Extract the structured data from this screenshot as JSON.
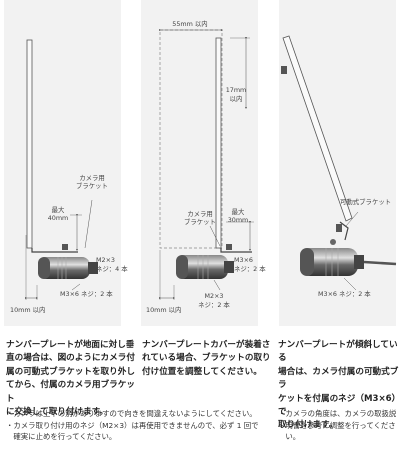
{
  "panels": [
    {
      "labels": {
        "camera_bracket": [
          "カメラ用",
          "ブラケット"
        ],
        "max_height": [
          "最大",
          "40mm"
        ],
        "screw_label": [
          "M2×3",
          "ネジ：4 本"
        ],
        "screw_bottom": "M3×6 ネジ：2 本",
        "gap_label": "10mm 以内"
      },
      "description": [
        "ナンバープレートが地面に対し垂",
        "直の場合は、図のようにカメラ付",
        "属の可動式ブラケットを取り外し",
        "てから、付属のカメラ用ブラケット",
        "に交換して取り付けます。"
      ]
    },
    {
      "labels": {
        "top_width": "55mm 以内",
        "height_17": [
          "17mm",
          "以内"
        ],
        "camera_bracket": [
          "カメラ用",
          "ブラケット"
        ],
        "max_height": [
          "最大",
          "30mm"
        ],
        "screw_label": [
          "M3×6",
          "ネジ：2 本"
        ],
        "screw_bottom": [
          "M2×3",
          "ネジ：2 本"
        ],
        "gap_label": "10mm 以内"
      },
      "description": [
        "ナンバープレートカバーが装着さ",
        "れている場合、ブラケットの取り",
        "付け位置を調整してください。"
      ]
    },
    {
      "labels": {
        "movable_bracket": "可動式ブラケット",
        "screw_bottom": "M3×6 ネジ：2 本"
      },
      "description": [
        "ナンバープレートが傾斜している",
        "場合は、カメラ付属の可動式ブラ",
        "ケットを付属のネジ（M3×6）で",
        "取り付けます。"
      ]
    }
  ],
  "notes_left": [
    "・カメラは上下の別がありますので向きを間違えないようにしてください。",
    "・カメラ取り付け用のネジ（M2×3）は再使用できませんので、必ず 1 回で",
    "　確実に止めを行ってください。"
  ],
  "notes_right": [
    "・カメラの角度は、カメラの取扱説",
    "　明書を参考に調整を行ってくださ",
    "　い。"
  ]
}
